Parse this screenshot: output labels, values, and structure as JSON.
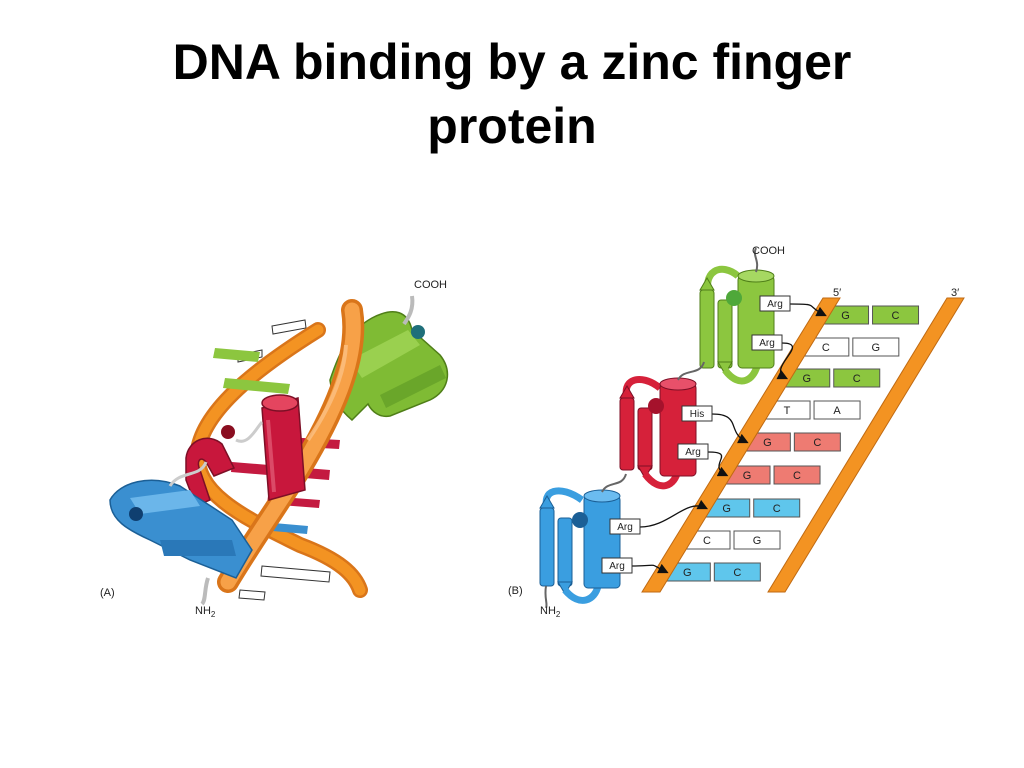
{
  "slide": {
    "title_line1": "DNA binding by a zinc finger",
    "title_line2": "protein"
  },
  "panel_a": {
    "label": "(A)",
    "cterm": "COOH",
    "nterm_main": "NH",
    "nterm_sub": "2"
  },
  "panel_b": {
    "label": "(B)",
    "cterm": "COOH",
    "nterm_main": "NH",
    "nterm_sub": "2",
    "strand_5": "5′",
    "strand_3": "3′",
    "residues": [
      "Arg",
      "Arg",
      "His",
      "Arg",
      "Arg",
      "Arg"
    ],
    "base_pairs": [
      [
        "G",
        "C"
      ],
      [
        "C",
        "G"
      ],
      [
        "G",
        "C"
      ],
      [
        "T",
        "A"
      ],
      [
        "G",
        "C"
      ],
      [
        "G",
        "C"
      ],
      [
        "G",
        "C"
      ],
      [
        "C",
        "G"
      ],
      [
        "G",
        "C"
      ]
    ]
  },
  "colors": {
    "finger_green": "#8cc63f",
    "finger_red": "#d6213a",
    "finger_blue": "#3a9ee0",
    "backbone_orange": "#f39322",
    "pair_green": "#8cc63f",
    "pair_red": "#ee7b72",
    "pair_blue": "#5fc6ec",
    "pair_white": "#ffffff"
  }
}
